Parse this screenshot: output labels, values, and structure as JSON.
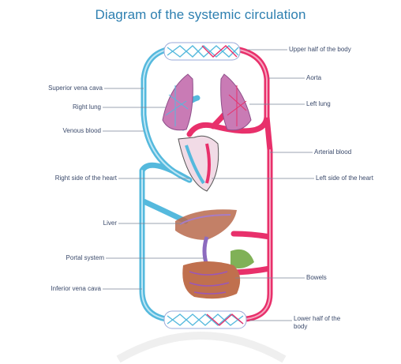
{
  "title": "Diagram of the systemic circulation",
  "labels": {
    "upper_half": "Upper half of the body",
    "aorta": "Aorta",
    "superior_vena_cava": "Superior vena cava",
    "right_lung": "Right lung",
    "left_lung": "Left lung",
    "venous_blood": "Venous blood",
    "arterial_blood": "Arterial blood",
    "right_heart": "Right side of the heart",
    "left_heart": "Left side of the heart",
    "liver": "Liver",
    "portal_system": "Portal system",
    "bowels": "Bowels",
    "inferior_vena_cava": "Inferior vena cava",
    "lower_half": "Lower half of the body"
  },
  "colors": {
    "venous": "#55b9dd",
    "arterial": "#e8306b",
    "organ": "#b070b8",
    "title": "#2d7fb0",
    "label": "#3b4a6b",
    "leader": "#7a8498"
  }
}
